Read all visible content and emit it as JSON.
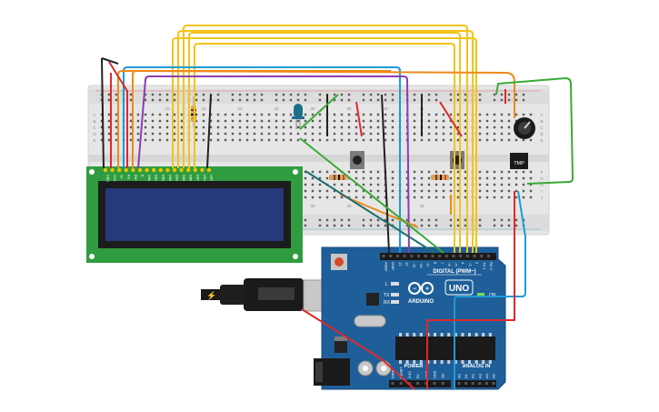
{
  "breadboard": {
    "row_letters": [
      "A",
      "B",
      "C",
      "D",
      "E",
      "F",
      "G",
      "H",
      "I",
      "J"
    ],
    "column_numbers": [
      "10",
      "15",
      "20",
      "25",
      "30",
      "35",
      "40",
      "45"
    ]
  },
  "lcd": {
    "pin_labels": [
      "GND",
      "VCC",
      "V0",
      "RS",
      "RW",
      "E",
      "DB0",
      "DB1",
      "DB2",
      "DB3",
      "DB4",
      "DB5",
      "DB6",
      "DB7",
      "LED",
      "LED"
    ]
  },
  "sensor": {
    "label": "TMP"
  },
  "arduino": {
    "brand": "ARDUINO",
    "model": "UNO",
    "on_label": "ON",
    "tx_label": "TX",
    "rx_label": "RX",
    "l_label": "L",
    "digital_label": "DIGITAL (PWM~)",
    "power_label": "POWER",
    "analog_label": "ANALOG IN",
    "digital_pins": [
      "AREF",
      "GND",
      "13",
      "12",
      "~11",
      "~10",
      "~9",
      "8",
      "7",
      "~6",
      "~5",
      "4",
      "~3",
      "2",
      "TX 1",
      "RX 0"
    ],
    "power_pins": [
      "IOREF",
      "RESET",
      "3.3V",
      "5V",
      "GND",
      "GND",
      "Vin"
    ],
    "analog_pins": [
      "A0",
      "A1",
      "A2",
      "A3",
      "A4",
      "A5"
    ]
  },
  "colors": {
    "breadboard": "#e9e9e9",
    "board": "#1f5f99",
    "lcd_green": "#2f9d3f",
    "lcd_screen": "#26397a",
    "wire_yellow": "#f2c417",
    "wire_red": "#e0282a",
    "wire_blue": "#1e9ad6",
    "wire_orange": "#ee8a1c",
    "wire_purple": "#8a3fb0",
    "wire_black": "#222222",
    "wire_green": "#3aaa35"
  }
}
